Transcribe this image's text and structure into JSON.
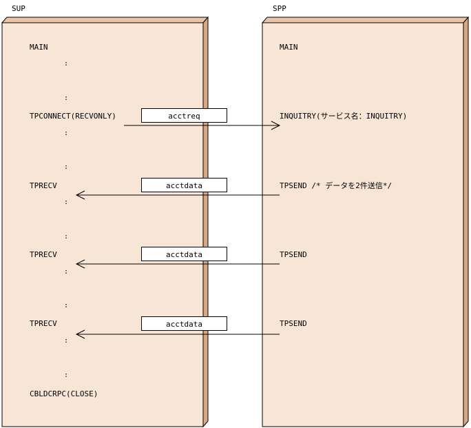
{
  "titles": {
    "left": "SUP",
    "right": "SPP"
  },
  "left": {
    "main": "MAIN",
    "tpconnect": "TPCONNECT(RECVONLY)",
    "tprecv1": "TPRECV",
    "tprecv2": "TPRECV",
    "tprecv3": "TPRECV",
    "cbldcrpc": "CBLDCRPC(CLOSE)",
    "ellipsis": ":"
  },
  "right": {
    "main": "MAIN",
    "inquiry": "INQUITRY(サービス名：INQUITRY)",
    "tpsend1": "TPSEND /* データを2件送信*/",
    "tpsend2": "TPSEND",
    "tpsend3": "TPSEND"
  },
  "messages": {
    "m1": "acctreq",
    "m2": "acctdata",
    "m3": "acctdata",
    "m4": "acctdata"
  },
  "colors": {
    "panel_face": "#f7e5d5",
    "panel_edge": "#d9a783",
    "panel_top": "#e9c4a6",
    "line": "#000000"
  }
}
